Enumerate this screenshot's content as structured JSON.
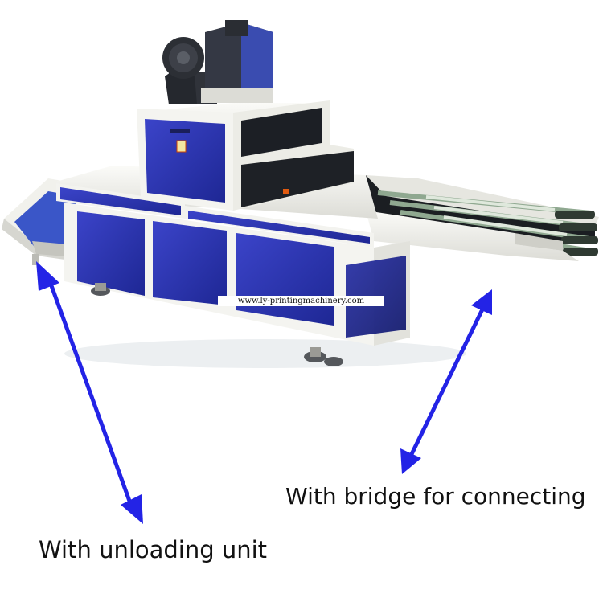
{
  "image": {
    "watermark": "www.ly-printingmachinery.com",
    "captions": {
      "bridge": "With bridge for connecting",
      "unloading": "With unloading unit"
    },
    "colors": {
      "panel_blue": "#2a33b5",
      "frame_white": "#f2f2ee",
      "arrow_blue": "#2323e6",
      "motor_dark": "#2a2c33"
    }
  }
}
